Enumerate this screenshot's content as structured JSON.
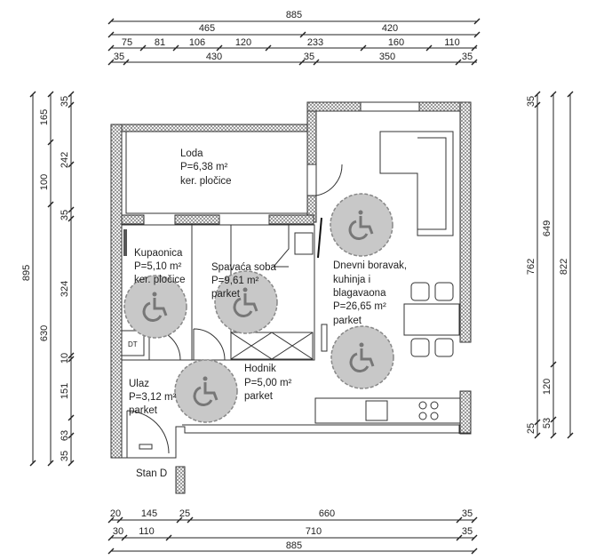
{
  "title": "Stan D",
  "dimensions": {
    "top": {
      "total": "885",
      "row2": [
        "465",
        "420"
      ],
      "row3": [
        "75",
        "81",
        "106",
        "120",
        "233",
        "160",
        "110"
      ],
      "row4": [
        "35",
        "430",
        "35",
        "350",
        "35"
      ]
    },
    "left": {
      "total": "895",
      "col2": [
        "165",
        "100",
        "630"
      ],
      "col3": [
        "35",
        "242",
        "35",
        "324",
        "10",
        "151",
        "63",
        "35"
      ]
    },
    "right": {
      "col1": [
        "35",
        "762",
        "25"
      ],
      "col2": [
        "649",
        "120",
        "53"
      ],
      "col3": "822"
    },
    "bottom": {
      "row1": [
        "20",
        "145",
        "25",
        "660",
        "35"
      ],
      "row2": [
        "30",
        "110",
        "710",
        "35"
      ],
      "total": "885"
    }
  },
  "rooms": [
    {
      "name": "Loda",
      "area": "P=6,38 m²",
      "floor": "ker. pločice"
    },
    {
      "name": "Kupaonica",
      "area": "P=5,10 m²",
      "floor": "ker. pločice"
    },
    {
      "name": "Spavaća soba",
      "area": "P=9,61 m²",
      "floor": "parket"
    },
    {
      "name": "Dnevni boravak,",
      "name2": "kuhinja i",
      "name3": "blagavaona",
      "area": "P=26,65 m²",
      "floor": "parket"
    },
    {
      "name": "Hodnik",
      "area": "P=5,00 m²",
      "floor": "parket"
    },
    {
      "name": "Ulaz",
      "area": "P=3,12 m²",
      "floor": "parket"
    }
  ],
  "labels": {
    "dt": "DT"
  },
  "icons": [
    "wheelchair-icon"
  ]
}
